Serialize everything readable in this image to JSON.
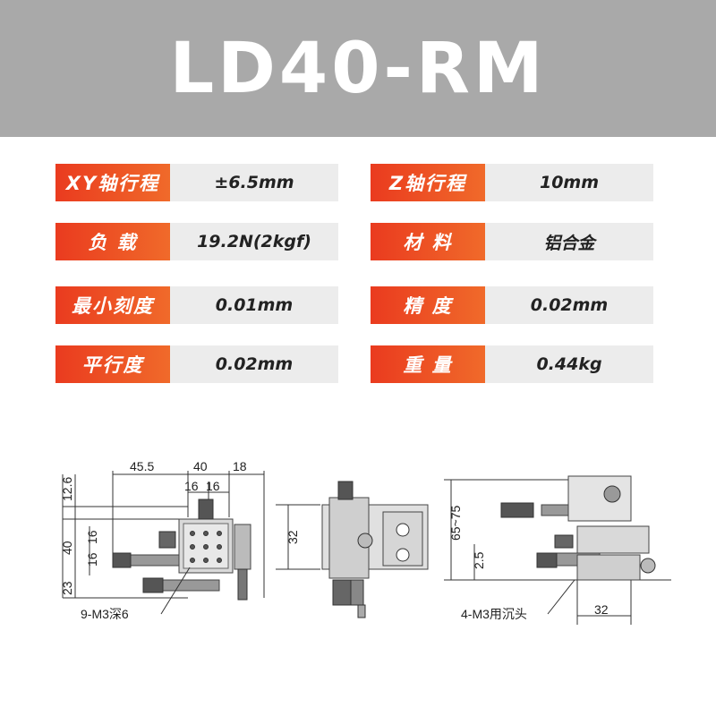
{
  "title": "LD40-RM",
  "specs": [
    {
      "label": "XY轴行程",
      "value": "±6.5mm"
    },
    {
      "label": "Z轴行程",
      "value": "10mm"
    },
    {
      "label": "负 载",
      "value": "19.2N(2kgf)"
    },
    {
      "label": "材 料",
      "value": "铝合金"
    },
    {
      "label": "最小刻度",
      "value": "0.01mm"
    },
    {
      "label": "精 度",
      "value": "0.02mm"
    },
    {
      "label": "平行度",
      "value": "0.02mm"
    },
    {
      "label": "重 量",
      "value": "0.44kg"
    }
  ],
  "drawing": {
    "top": {
      "d1": "45.5",
      "d2": "40",
      "d3": "18",
      "d4": "16",
      "d5": "16"
    },
    "left": {
      "d1": "12.6",
      "d2": "40",
      "d3": "16",
      "d4": "16",
      "d5": "23"
    },
    "note1": "9-M3深6",
    "side_d1": "32",
    "right_d1": "65~75",
    "right_d2": "2.5",
    "note2": "4-M3用沉头",
    "right_d3": "32"
  },
  "colors": {
    "header": "#a9a9a9",
    "label_bg": "#ea3b1f",
    "value_bg": "#ececec"
  }
}
